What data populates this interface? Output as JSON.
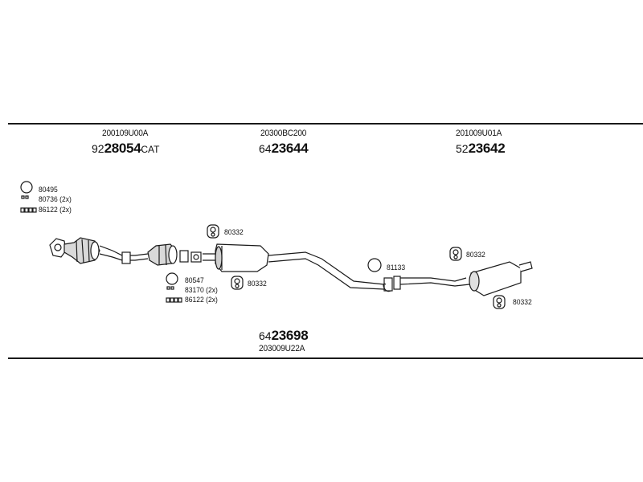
{
  "sections": {
    "front": {
      "code": "200109U00A",
      "prefix": "92",
      "number": "28054",
      "suffix": "CAT"
    },
    "middle": {
      "code": "20300BC200",
      "prefix": "64",
      "number": "23644"
    },
    "rear": {
      "code": "201009U01A",
      "prefix": "52",
      "number": "23642"
    },
    "lower": {
      "prefix": "64",
      "number": "23698",
      "code": "203009U22A"
    }
  },
  "hardware": {
    "kit_top_left": {
      "ring": "80495",
      "clamp": "80736 (2x)",
      "bolts": "86122 (2x)"
    },
    "kit_middle": {
      "ring": "80547",
      "clamp": "83170 (2x)",
      "bolts": "86122 (2x)"
    },
    "hanger_mid_top": "80332",
    "hanger_mid_bottom": "80332",
    "ring_intermediate": "81133",
    "hanger_rear_top": "80332",
    "hanger_rear_bottom": "80332"
  },
  "colors": {
    "line": "#1a1a1a",
    "fill": "#ffffff",
    "shade": "#bdbdbd"
  }
}
